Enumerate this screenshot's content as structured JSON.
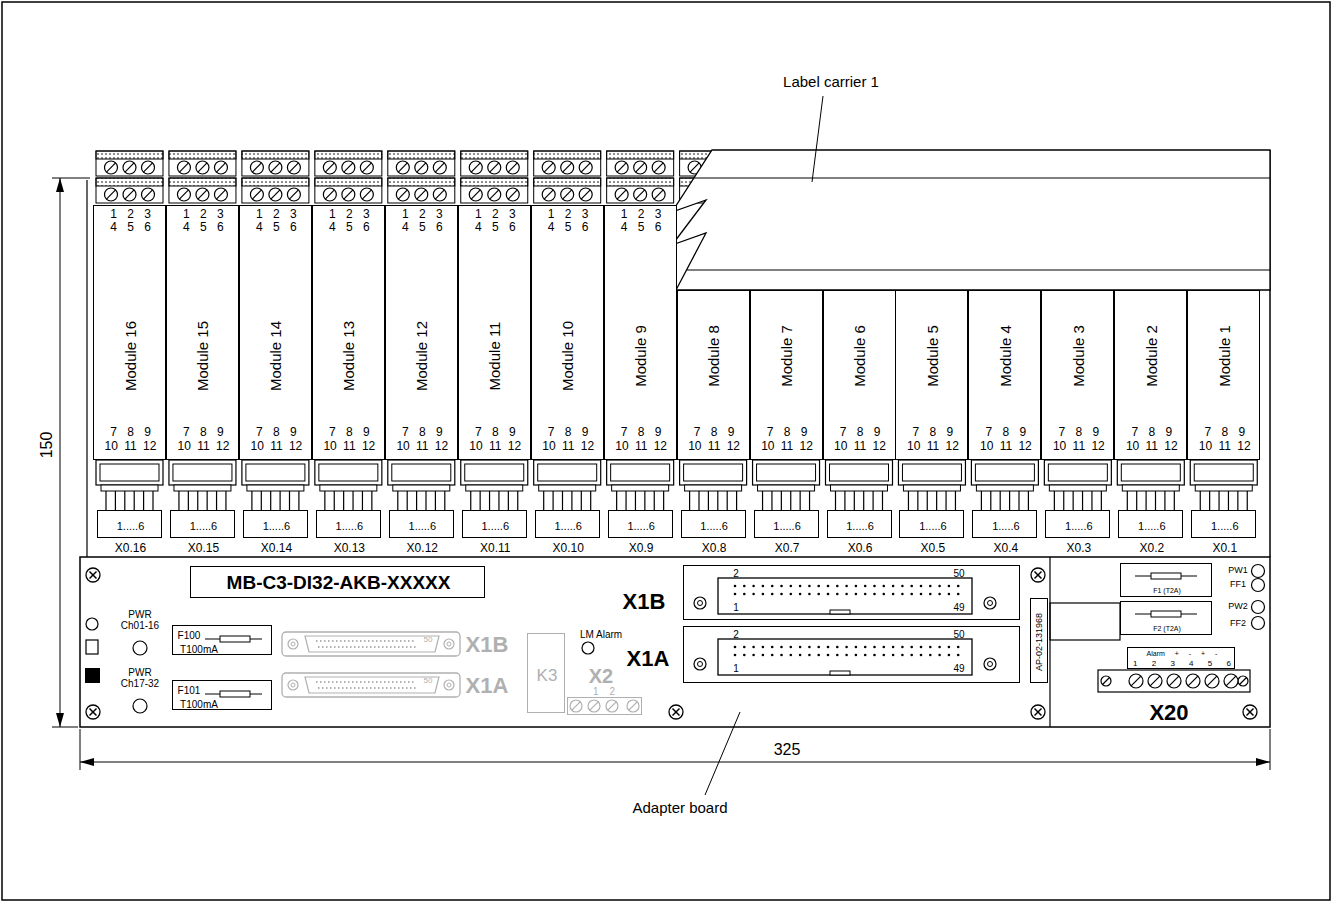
{
  "diagram": {
    "nodes": [
      {
        "text": [
          "1 2 3",
          "4 5 6",
          "Module 16",
          "7 8 9",
          "10 11 12"
        ]
      },
      {
        "text": [
          "1 2 3",
          "4 5 6",
          "Module 15",
          "7 8 9",
          "10 11 12"
        ]
      },
      {
        "text": [
          "1 2 3",
          "4 5 6",
          "Module 14",
          "7 8 9",
          "10 11 12"
        ]
      },
      {
        "text": [
          "1 2 3",
          "4 5 6",
          "Module 13",
          "7 8 9",
          "10 11 12"
        ]
      },
      {
        "text": [
          "1 2 3",
          "4 5 6",
          "Module 12",
          "7 8 9",
          "10 11 12"
        ]
      },
      {
        "text": [
          "1 2 3",
          "4 5 6",
          "Module 11",
          "7 8 9",
          "10 11 12"
        ]
      },
      {
        "text": [
          "1 2 3",
          "4 5 6",
          "Module 10",
          "7 8 9",
          "10 11 12"
        ]
      },
      {
        "text": [
          "1 2 3",
          "4 5 6",
          "Module 9",
          "7 8 9",
          "10 11 12"
        ]
      },
      {
        "text": [
          "Module 8",
          "7 8 9",
          "10 11 12"
        ]
      },
      {
        "text": [
          "Module 7",
          "7 8 9",
          "10 11 12"
        ]
      },
      {
        "text": [
          "Module 6",
          "7 8 9",
          "10 11 12"
        ]
      },
      {
        "text": [
          "Module 5",
          "7 8 9",
          "10 11 12"
        ]
      },
      {
        "text": [
          "Module 4",
          "7 8 9",
          "10 11 12"
        ]
      },
      {
        "text": [
          "Module 3",
          "7 8 9",
          "10 11 12"
        ]
      },
      {
        "text": [
          "Module 2",
          "7 8 9",
          "10 11 12"
        ]
      },
      {
        "text": [
          "Module 1",
          "7 8 9",
          "10 11 12"
        ]
      },
      {
        "text": [
          "1.....6",
          "X0.16"
        ]
      },
      {
        "text": [
          "1.....6",
          "X0.15"
        ]
      },
      {
        "text": [
          "1.....6",
          "X0.14"
        ]
      },
      {
        "text": [
          "1.....6",
          "X0.13"
        ]
      },
      {
        "text": [
          "1.....6",
          "X0.12"
        ]
      },
      {
        "text": [
          "1.....6",
          "X0.11"
        ]
      },
      {
        "text": [
          "1.....6",
          "X0.10"
        ]
      },
      {
        "text": [
          "1.....6",
          "X0.9"
        ]
      },
      {
        "text": [
          "1.....6",
          "X0.8"
        ]
      },
      {
        "text": [
          "1.....6",
          "X0.7"
        ]
      },
      {
        "text": [
          "1.....6",
          "X0.6"
        ]
      },
      {
        "text": [
          "1.....6",
          "X0.5"
        ]
      },
      {
        "text": [
          "1.....6",
          "X0.4"
        ]
      },
      {
        "text": [
          "1.....6",
          "X0.3"
        ]
      },
      {
        "text": [
          "1.....6",
          "X0.2"
        ]
      },
      {
        "text": [
          "1.....6",
          "X0.1"
        ]
      },
      {
        "text": [
          "MB-C3-DI32-AKB-XXXXX"
        ]
      },
      {
        "text": [
          "F100",
          "T100mA"
        ]
      },
      {
        "text": [
          "F101",
          "T100mA"
        ]
      },
      {
        "text": [
          "50",
          "X1B"
        ]
      },
      {
        "text": [
          "50",
          "X1A"
        ]
      },
      {
        "text": [
          "K3"
        ]
      },
      {
        "text": [
          "X2",
          "1 2"
        ]
      },
      {
        "text": [
          "X1B",
          "2",
          "50",
          "1",
          "49"
        ]
      },
      {
        "text": [
          "X1A",
          "2",
          "50",
          "1",
          "49"
        ]
      },
      {
        "text": [
          "AP-02-131968"
        ]
      },
      {
        "text": [
          "F1 (T2A)"
        ]
      },
      {
        "text": [
          "F2 (T2A)"
        ]
      },
      {
        "text": [
          "Alarm + - + -",
          "1 2 3 4 5 6",
          "X20"
        ]
      }
    ],
    "labels": [
      "Label carrier 1",
      "150",
      "325",
      "PWR Ch01-16",
      "PWR Ch17-32",
      "LM Alarm",
      "PW1",
      "FF1",
      "PW2",
      "FF2",
      "Adapter board"
    ]
  }
}
